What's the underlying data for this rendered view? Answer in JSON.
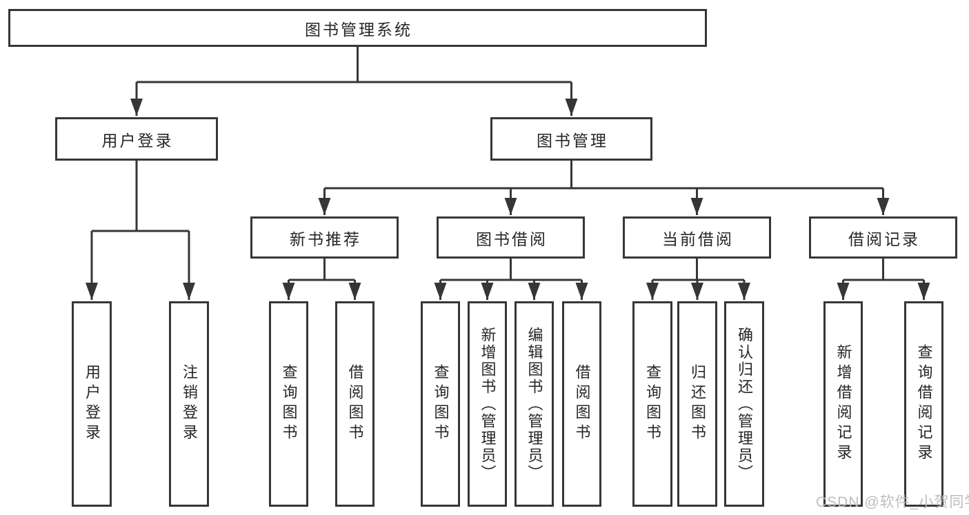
{
  "diagram": {
    "root": {
      "label": "图书管理系统"
    },
    "level2": {
      "user_login": {
        "label": "用户登录"
      },
      "book_management": {
        "label": "图书管理"
      }
    },
    "level3": {
      "new_books": {
        "label": "新书推荐"
      },
      "book_borrow": {
        "label": "图书借阅"
      },
      "current_borrow": {
        "label": "当前借阅"
      },
      "borrow_records": {
        "label": "借阅记录"
      }
    },
    "leaves": {
      "user_login": [
        {
          "label": "用户登录"
        },
        {
          "label": "注销登录"
        }
      ],
      "new_books": [
        {
          "label": "查询图书"
        },
        {
          "label": "借阅图书"
        }
      ],
      "book_borrow": [
        {
          "label": "查询图书"
        },
        {
          "label": "新增图书（管理员）"
        },
        {
          "label": "编辑图书（管理员）"
        },
        {
          "label": "借阅图书"
        }
      ],
      "current_borrow": [
        {
          "label": "查询图书"
        },
        {
          "label": "归还图书"
        },
        {
          "label": "确认归还（管理员）"
        }
      ],
      "borrow_records": [
        {
          "label": "新增借阅记录"
        },
        {
          "label": "查询借阅记录"
        }
      ]
    }
  },
  "watermark": {
    "text": "CSDN @软件_小贺同学"
  },
  "colors": {
    "line": "#363636",
    "box_border": "#363636",
    "text": "#262626",
    "watermark": "#b9b9b9",
    "background": "#ffffff"
  }
}
